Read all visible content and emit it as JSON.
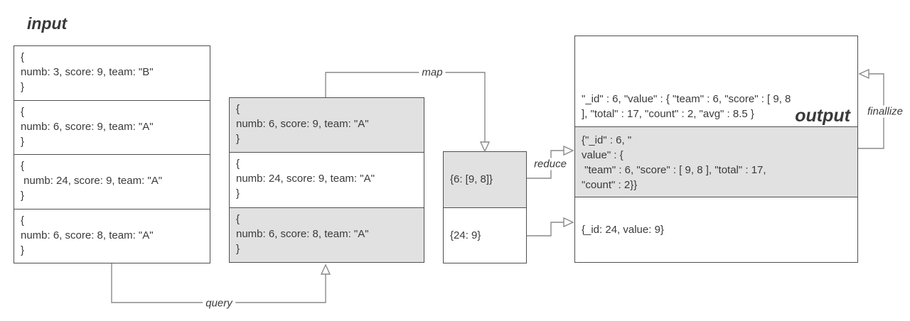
{
  "diagram": {
    "input_label": "input",
    "output_label": "output",
    "arrows": {
      "query_label": "query",
      "map_label": "map",
      "reduce_label": "reduce",
      "finalize_label": "finallize"
    },
    "input_box": {
      "rows": [
        {
          "text": "{\nnumb: 3, score: 9, team: \"B\"\n}",
          "shaded": false
        },
        {
          "text": "{\nnumb: 6, score: 9, team: \"A\"\n}",
          "shaded": false
        },
        {
          "text": "{\n numb: 24, score: 9, team: \"A\"\n}",
          "shaded": false
        },
        {
          "text": "{\nnumb: 6, score: 8, team: \"A\"\n}",
          "shaded": false
        }
      ]
    },
    "query_box": {
      "rows": [
        {
          "text": "{\nnumb: 6, score: 9, team: \"A\"\n}",
          "shaded": true
        },
        {
          "text": "{\nnumb: 24, score: 9, team: \"A\"\n}",
          "shaded": false
        },
        {
          "text": "{\nnumb: 6, score: 8, team: \"A\"\n}",
          "shaded": true
        }
      ]
    },
    "map_box": {
      "rows": [
        {
          "text": "{6: [9, 8]}",
          "shaded": true
        },
        {
          "text": "{24: 9}",
          "shaded": false
        }
      ]
    },
    "output_box": {
      "rows": [
        {
          "text": "\"_id\" : 6, \"value\" : { \"team\" : 6, \"score\" : [ 9, 8\n], \"total\" : 17, \"count\" : 2, \"avg\" : 8.5 }",
          "shaded": false
        },
        {
          "text": "{\"_id\" : 6, \"\nvalue\" : {\n \"team\" : 6, \"score\" : [ 9, 8 ], \"total\" : 17,\n\"count\" : 2}}",
          "shaded": true
        },
        {
          "text": "{_id: 24, value: 9}",
          "shaded": false
        }
      ]
    },
    "colors": {
      "shaded_cell": "#e1e1e1",
      "box_border": "#4f4f4f",
      "arrow": "#8a8a8a",
      "text": "#3a3a3a"
    }
  }
}
